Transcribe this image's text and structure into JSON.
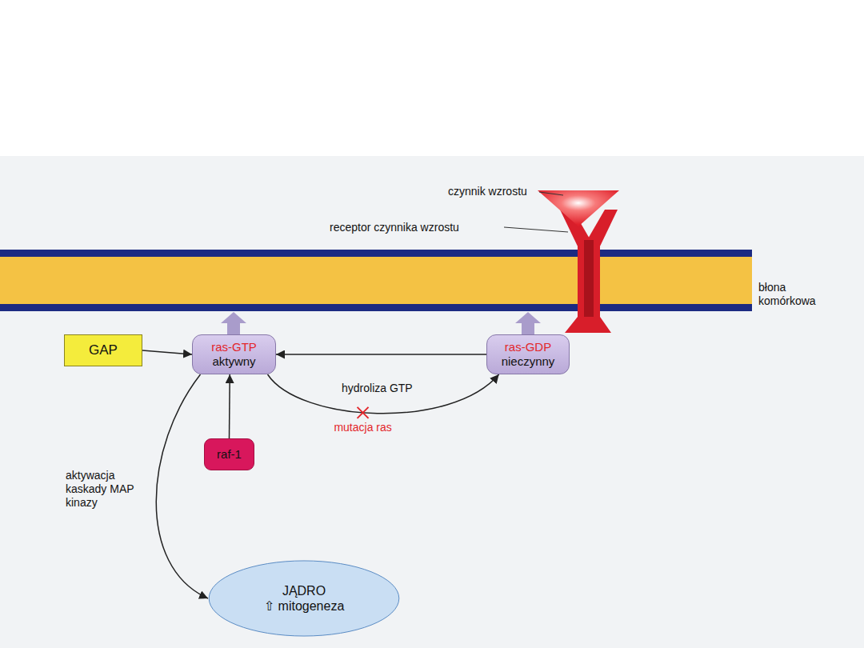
{
  "diagram": {
    "nodes": [
      {
        "text": [
          "GAP"
        ]
      },
      {
        "text": [
          "ras-GTP",
          "aktywny"
        ]
      },
      {
        "text": [
          "ras-GDP",
          "nieczynny"
        ]
      },
      {
        "text": [
          "raf-1"
        ]
      },
      {
        "text": [
          "JĄDRO",
          "⇧ mitogeneza"
        ]
      }
    ],
    "edges": [
      {
        "from": 0,
        "to": 1,
        "arrow": "to"
      },
      {
        "from": 2,
        "to": 1,
        "arrow": "to"
      },
      {
        "from": 1,
        "to": 2,
        "label": "hydroliza GTP",
        "arrow": "to"
      },
      {
        "from": 3,
        "to": 1,
        "arrow": "to"
      },
      {
        "from": 1,
        "to": 4,
        "label": "aktywacja kaskady MAP kinazy",
        "arrow": "to"
      }
    ],
    "labels": [
      "czynnik wzrostu",
      "receptor czynnika wzrostu",
      "błona komórkowa",
      "mutacja ras"
    ]
  }
}
